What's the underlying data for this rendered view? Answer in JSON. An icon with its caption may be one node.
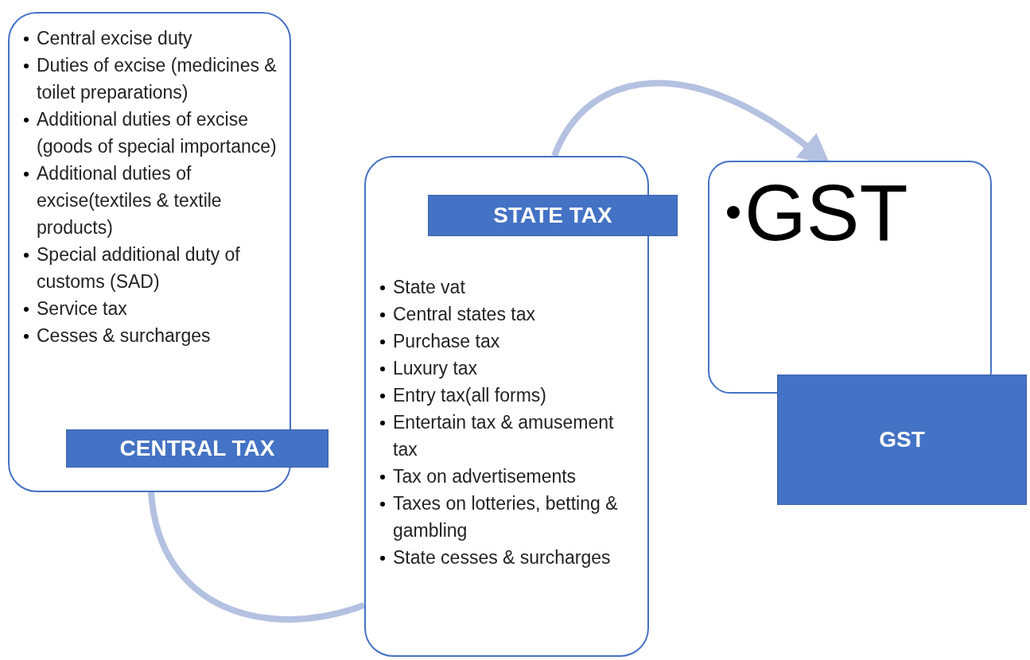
{
  "diagram": {
    "nodes": [
      {
        "text": [
          "Central excise duty",
          "Duties of excise (medicines & toilet preparations)",
          "Additional duties of excise (goods of special importance)",
          "Additional duties of excise(textiles & textile products)",
          "Special additional duty of customs (SAD)",
          "Service tax",
          "Cesses & surcharges"
        ]
      },
      {
        "text": [
          "CENTRAL TAX"
        ]
      },
      {
        "text": [
          "State vat",
          "Central states tax",
          "Purchase tax",
          "Luxury tax",
          "Entry tax(all forms)",
          "Entertain tax & amusement tax",
          "Tax on advertisements",
          "Taxes on lotteries, betting & gambling",
          "State cesses & surcharges"
        ]
      },
      {
        "text": [
          "STATE TAX"
        ]
      },
      {
        "text": [
          "GST"
        ]
      },
      {
        "text": [
          "GST"
        ]
      }
    ],
    "edges": [
      {
        "from": 0,
        "to": 2,
        "arrow": "none"
      },
      {
        "from": 2,
        "to": 4,
        "arrow": "to"
      }
    ]
  }
}
